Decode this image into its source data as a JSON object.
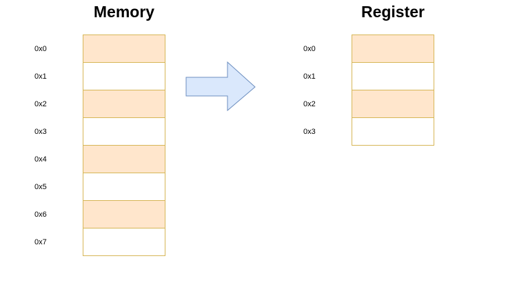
{
  "memory": {
    "title": "Memory",
    "cells": [
      {
        "address": "0x0",
        "fill": "#ffe6cc"
      },
      {
        "address": "0x1",
        "fill": "#ffffff"
      },
      {
        "address": "0x2",
        "fill": "#ffe6cc"
      },
      {
        "address": "0x3",
        "fill": "#ffffff"
      },
      {
        "address": "0x4",
        "fill": "#ffe6cc"
      },
      {
        "address": "0x5",
        "fill": "#ffffff"
      },
      {
        "address": "0x6",
        "fill": "#ffe6cc"
      },
      {
        "address": "0x7",
        "fill": "#ffffff"
      }
    ]
  },
  "register": {
    "title": "Register",
    "cells": [
      {
        "address": "0x0",
        "fill": "#ffe6cc"
      },
      {
        "address": "0x1",
        "fill": "#ffffff"
      },
      {
        "address": "0x2",
        "fill": "#ffe6cc"
      },
      {
        "address": "0x3",
        "fill": "#ffffff"
      }
    ]
  },
  "colors": {
    "cell_border": "#d6b656",
    "arrow_fill": "#dae8fc",
    "arrow_stroke": "#6c8ebf"
  },
  "arrow": {
    "icon": "right-arrow-icon"
  }
}
